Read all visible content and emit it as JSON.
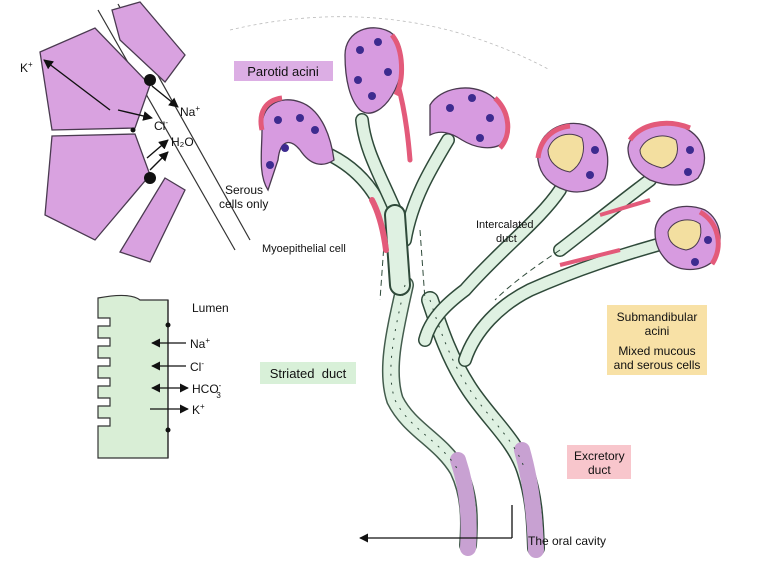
{
  "ions_top": {
    "k": "K",
    "na": "Na",
    "cl": "Cl",
    "h2o": "H₂O",
    "plus": "+",
    "minus": "-"
  },
  "ions_duct": {
    "lumen": "Lumen",
    "na": "Na",
    "cl": "Cl",
    "hco": "HCO",
    "hco_sub": "3",
    "hco_sup": "-",
    "k": "K",
    "plus": "+",
    "minus": "-"
  },
  "labels": {
    "parotid": "Parotid acini",
    "serous_1": "Serous",
    "serous_2": "cells only",
    "myoepithelial": "Myoepithelial cell",
    "intercalated_1": "Intercalated",
    "intercalated_2": "duct",
    "striated": "Striated  duct",
    "submandibular_1": "Submandibular",
    "submandibular_2": "acini",
    "mixed_1": "Mixed mucous",
    "mixed_2": "and serous cells",
    "excretory_1": "Excretory",
    "excretory_2": "duct",
    "oral": "The oral cavity"
  },
  "colors": {
    "serous_cell": "#d79be0",
    "serous_nucleus": "#3d2b8f",
    "duct_cell": "#dff1e2",
    "duct_outline": "#2f4a3a",
    "myoepithelial": "#e35a7a",
    "mucous_cell": "#f3dfa0",
    "parotid_box": "#dcaee4",
    "striated_box": "#d8f0d8",
    "submandibular_box": "#f8e1a6",
    "excretory_box": "#f8c6cc"
  }
}
